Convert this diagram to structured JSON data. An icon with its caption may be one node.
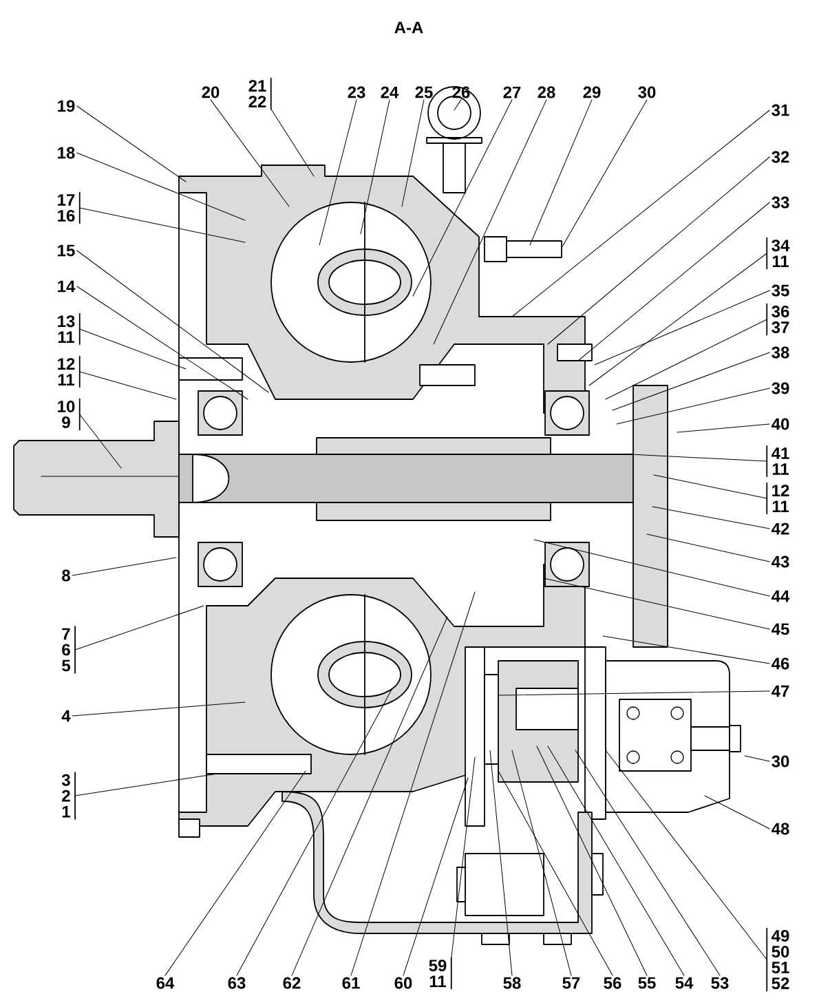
{
  "diagram": {
    "title": "A-A",
    "nodes": [
      {
        "text": [
          "20"
        ]
      },
      {
        "text": [
          "21",
          "22"
        ]
      },
      {
        "text": [
          "23"
        ]
      },
      {
        "text": [
          "24"
        ]
      },
      {
        "text": [
          "25"
        ]
      },
      {
        "text": [
          "26"
        ]
      },
      {
        "text": [
          "27"
        ]
      },
      {
        "text": [
          "28"
        ]
      },
      {
        "text": [
          "29"
        ]
      },
      {
        "text": [
          "30"
        ]
      },
      {
        "text": [
          "19"
        ]
      },
      {
        "text": [
          "18"
        ]
      },
      {
        "text": [
          "17",
          "16"
        ]
      },
      {
        "text": [
          "15"
        ]
      },
      {
        "text": [
          "14"
        ]
      },
      {
        "text": [
          "13",
          "11"
        ]
      },
      {
        "text": [
          "12",
          "11"
        ]
      },
      {
        "text": [
          "10",
          "9"
        ]
      },
      {
        "text": [
          "8"
        ]
      },
      {
        "text": [
          "7",
          "6",
          "5"
        ]
      },
      {
        "text": [
          "4"
        ]
      },
      {
        "text": [
          "3",
          "2",
          "1"
        ]
      },
      {
        "text": [
          "31"
        ]
      },
      {
        "text": [
          "32"
        ]
      },
      {
        "text": [
          "33"
        ]
      },
      {
        "text": [
          "34",
          "11"
        ]
      },
      {
        "text": [
          "35"
        ]
      },
      {
        "text": [
          "36",
          "37"
        ]
      },
      {
        "text": [
          "38"
        ]
      },
      {
        "text": [
          "39"
        ]
      },
      {
        "text": [
          "40"
        ]
      },
      {
        "text": [
          "41",
          "11"
        ]
      },
      {
        "text": [
          "12",
          "11"
        ]
      },
      {
        "text": [
          "42"
        ]
      },
      {
        "text": [
          "43"
        ]
      },
      {
        "text": [
          "44"
        ]
      },
      {
        "text": [
          "45"
        ]
      },
      {
        "text": [
          "46"
        ]
      },
      {
        "text": [
          "47"
        ]
      },
      {
        "text": [
          "30"
        ]
      },
      {
        "text": [
          "48"
        ]
      },
      {
        "text": [
          "49",
          "50",
          "51",
          "52"
        ]
      },
      {
        "text": [
          "64"
        ]
      },
      {
        "text": [
          "63"
        ]
      },
      {
        "text": [
          "62"
        ]
      },
      {
        "text": [
          "61"
        ]
      },
      {
        "text": [
          "60"
        ]
      },
      {
        "text": [
          "59",
          "11"
        ]
      },
      {
        "text": [
          "58"
        ]
      },
      {
        "text": [
          "57"
        ]
      },
      {
        "text": [
          "56"
        ]
      },
      {
        "text": [
          "55"
        ]
      },
      {
        "text": [
          "54"
        ]
      },
      {
        "text": [
          "53"
        ]
      }
    ],
    "edges": [
      {
        "from": 0,
        "to": null,
        "arrow": "none"
      },
      {
        "from": 1,
        "to": null,
        "arrow": "none"
      },
      {
        "from": 2,
        "to": null,
        "arrow": "none"
      },
      {
        "from": 3,
        "to": null,
        "arrow": "none"
      },
      {
        "from": 4,
        "to": null,
        "arrow": "none"
      },
      {
        "from": 5,
        "to": null,
        "arrow": "none"
      },
      {
        "from": 6,
        "to": null,
        "arrow": "none"
      },
      {
        "from": 7,
        "to": null,
        "arrow": "none"
      },
      {
        "from": 8,
        "to": null,
        "arrow": "none"
      },
      {
        "from": 9,
        "to": null,
        "arrow": "none"
      },
      {
        "from": 10,
        "to": null,
        "arrow": "none"
      },
      {
        "from": 11,
        "to": null,
        "arrow": "none"
      },
      {
        "from": 12,
        "to": null,
        "arrow": "none"
      },
      {
        "from": 13,
        "to": null,
        "arrow": "none"
      },
      {
        "from": 14,
        "to": null,
        "arrow": "none"
      },
      {
        "from": 15,
        "to": null,
        "arrow": "none"
      },
      {
        "from": 16,
        "to": null,
        "arrow": "none"
      },
      {
        "from": 17,
        "to": null,
        "arrow": "none"
      },
      {
        "from": 18,
        "to": null,
        "arrow": "none"
      },
      {
        "from": 19,
        "to": null,
        "arrow": "none"
      },
      {
        "from": 20,
        "to": null,
        "arrow": "none"
      },
      {
        "from": 21,
        "to": null,
        "arrow": "none"
      },
      {
        "from": 22,
        "to": null,
        "arrow": "none"
      },
      {
        "from": 23,
        "to": null,
        "arrow": "none"
      },
      {
        "from": 24,
        "to": null,
        "arrow": "none"
      },
      {
        "from": 25,
        "to": null,
        "arrow": "none"
      },
      {
        "from": 26,
        "to": null,
        "arrow": "none"
      },
      {
        "from": 27,
        "to": null,
        "arrow": "none"
      },
      {
        "from": 28,
        "to": null,
        "arrow": "none"
      },
      {
        "from": 29,
        "to": null,
        "arrow": "none"
      },
      {
        "from": 30,
        "to": null,
        "arrow": "none"
      },
      {
        "from": 31,
        "to": null,
        "arrow": "none"
      },
      {
        "from": 32,
        "to": null,
        "arrow": "none"
      },
      {
        "from": 33,
        "to": null,
        "arrow": "none"
      },
      {
        "from": 34,
        "to": null,
        "arrow": "none"
      },
      {
        "from": 35,
        "to": null,
        "arrow": "none"
      },
      {
        "from": 36,
        "to": null,
        "arrow": "none"
      },
      {
        "from": 37,
        "to": null,
        "arrow": "none"
      },
      {
        "from": 38,
        "to": null,
        "arrow": "none"
      },
      {
        "from": 39,
        "to": null,
        "arrow": "none"
      },
      {
        "from": 40,
        "to": null,
        "arrow": "none"
      },
      {
        "from": 41,
        "to": null,
        "arrow": "none"
      },
      {
        "from": 42,
        "to": null,
        "arrow": "none"
      },
      {
        "from": 43,
        "to": null,
        "arrow": "none"
      },
      {
        "from": 44,
        "to": null,
        "arrow": "none"
      },
      {
        "from": 45,
        "to": null,
        "arrow": "none"
      },
      {
        "from": 46,
        "to": null,
        "arrow": "none"
      },
      {
        "from": 47,
        "to": null,
        "arrow": "none"
      },
      {
        "from": 48,
        "to": null,
        "arrow": "none"
      },
      {
        "from": 49,
        "to": null,
        "arrow": "none"
      },
      {
        "from": 50,
        "to": null,
        "arrow": "none"
      },
      {
        "from": 51,
        "to": null,
        "arrow": "none"
      },
      {
        "from": 52,
        "to": null,
        "arrow": "none"
      },
      {
        "from": 53,
        "to": null,
        "arrow": "none"
      }
    ]
  }
}
